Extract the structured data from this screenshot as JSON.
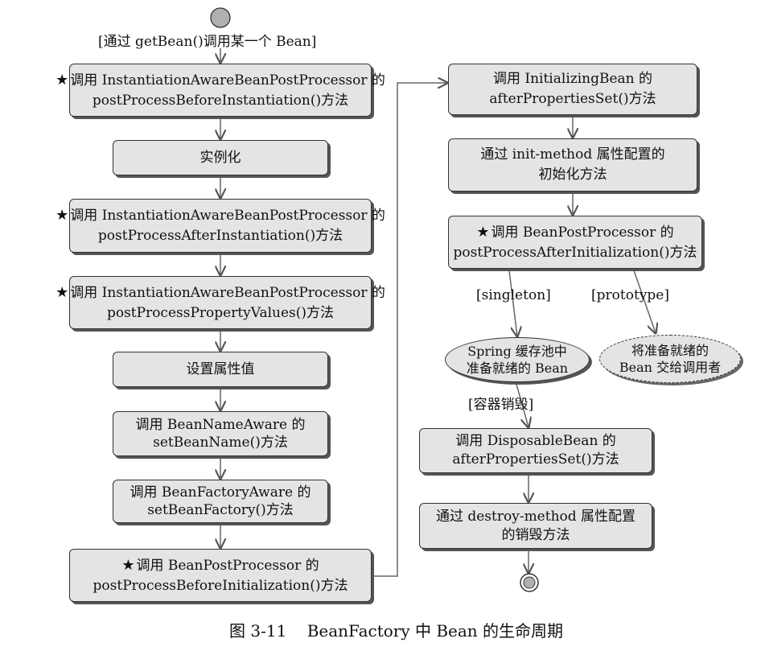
{
  "start_label": "[通过 getBean()调用某一个 Bean]",
  "left_column": [
    {
      "star": true,
      "line1": "调用 InstantiationAwareBeanPostProcessor 的",
      "line2": "postProcessBeforeInstantiation()方法"
    },
    {
      "star": false,
      "line1": "实例化",
      "line2": ""
    },
    {
      "star": true,
      "line1": "调用 InstantiationAwareBeanPostProcessor 的",
      "line2": "postProcessAfterInstantiation()方法"
    },
    {
      "star": true,
      "line1": "调用 InstantiationAwareBeanPostProcessor 的",
      "line2": "postProcessPropertyValues()方法"
    },
    {
      "star": false,
      "line1": "设置属性值",
      "line2": ""
    },
    {
      "star": false,
      "line1": "调用 BeanNameAware 的",
      "line2": "setBeanName()方法"
    },
    {
      "star": false,
      "line1": "调用 BeanFactoryAware 的",
      "line2": "setBeanFactory()方法"
    },
    {
      "star": true,
      "line1": "调用 BeanPostProcessor 的",
      "line2": "postProcessBeforeInitialization()方法"
    }
  ],
  "right_column": [
    {
      "star": false,
      "line1": "调用 InitializingBean 的",
      "line2": "afterPropertiesSet()方法"
    },
    {
      "star": false,
      "line1": "通过 init-method 属性配置的",
      "line2": "初始化方法"
    },
    {
      "star": true,
      "line1": "调用 BeanPostProcessor 的",
      "line2": "postProcessAfterInitialization()方法"
    }
  ],
  "branches": {
    "singleton_label": "[singleton]",
    "prototype_label": "[prototype]",
    "singleton_node": {
      "line1": "Spring 缓存池中",
      "line2": "准备就绪的 Bean"
    },
    "prototype_node": {
      "line1": "将准备就绪的",
      "line2": "Bean 交给调用者"
    }
  },
  "destroy_label": "[容器销毁]",
  "destroy_steps": [
    {
      "line1": "调用 DisposableBean 的",
      "line2": "afterPropertiesSet()方法"
    },
    {
      "line1": "通过 destroy-method 属性配置",
      "line2": "的销毁方法"
    }
  ],
  "star_symbol": "★",
  "caption": "图 3-11    BeanFactory 中 Bean 的生命周期",
  "colors": {
    "box_fill": "#e4e4e4",
    "border": "#333333",
    "shadow": "#555555",
    "start_node": "#b0b0b0"
  }
}
